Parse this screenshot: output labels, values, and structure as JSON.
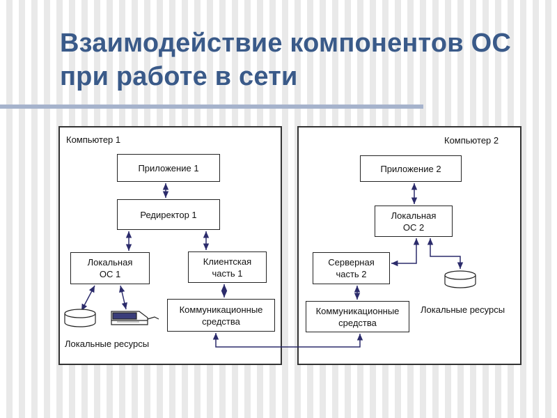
{
  "title": {
    "line1": "Взаимодействие компонентов ОС",
    "line2": "при работе в сети"
  },
  "computer1": {
    "label": "Компьютер 1",
    "application": "Приложение 1",
    "redirector": "Редиректор 1",
    "local_os": "Локальная\nОС 1",
    "client_part": "Клиентская\nчасть 1",
    "comm": "Коммуникационные\nсредства",
    "resources_label": "Локальные ресурсы",
    "resource_icons": [
      "disk-icon",
      "printer-icon"
    ]
  },
  "computer2": {
    "label": "Компьютер 2",
    "application": "Приложение 2",
    "local_os": "Локальная\nОС 2",
    "server_part": "Серверная\nчасть 2",
    "comm": "Коммуникационные\nсредства",
    "resources_label": "Локальные ресурсы",
    "resource_icons": [
      "disk-icon"
    ]
  },
  "colors": {
    "title": "#3a5a89",
    "rule": "#a6b3cc",
    "arrow": "#2b2b6b",
    "border": "#333333"
  }
}
